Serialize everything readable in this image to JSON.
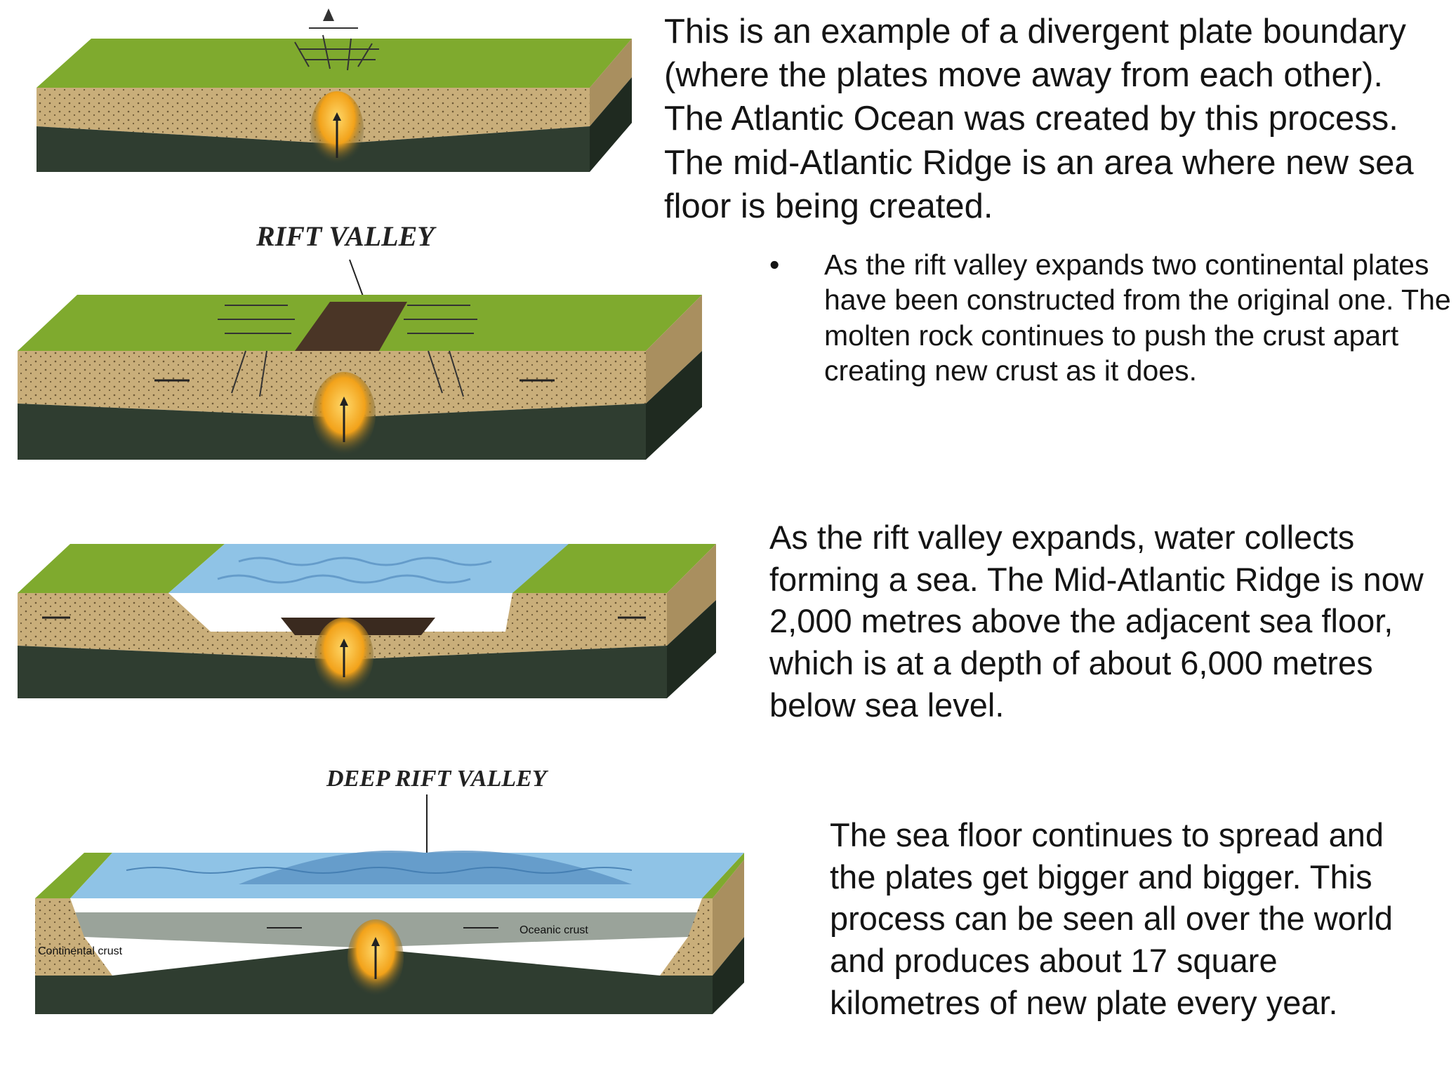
{
  "text": {
    "intro": "This is an example of a divergent plate boundary (where the plates move away from each other). The Atlantic Ocean was created by this process. The mid-Atlantic Ridge is an area where new sea floor is being created.",
    "bullet_marker": "•",
    "bullet": "As the rift valley expands two continental plates have been constructed from the original one. The molten rock continues to push the crust apart creating new crust as it does.",
    "sea": "As the rift valley expands, water collects forming a sea. The Mid-Atlantic Ridge is now 2,000 metres above the adjacent sea floor, which is at a depth of about 6,000 metres below sea level.",
    "spread": "The sea floor continues to spread and the plates get bigger and bigger. This process can be seen all over the world and produces about 17 square kilometres of new plate every year."
  },
  "diagrams": {
    "rift_valley_label": "RIFT VALLEY",
    "deep_rift_valley_label": "DEEP RIFT VALLEY",
    "continental_crust_label": "Continental crust",
    "oceanic_crust_label": "Oceanic crust"
  },
  "colors": {
    "grass": "#7faa2e",
    "grass_dark": "#5d8a1f",
    "sand": "#c9ae7a",
    "mantle": "#2f3d30",
    "magma": "#f2a21a",
    "water": "#8fc3e6",
    "water_dark": "#5b93c4"
  }
}
